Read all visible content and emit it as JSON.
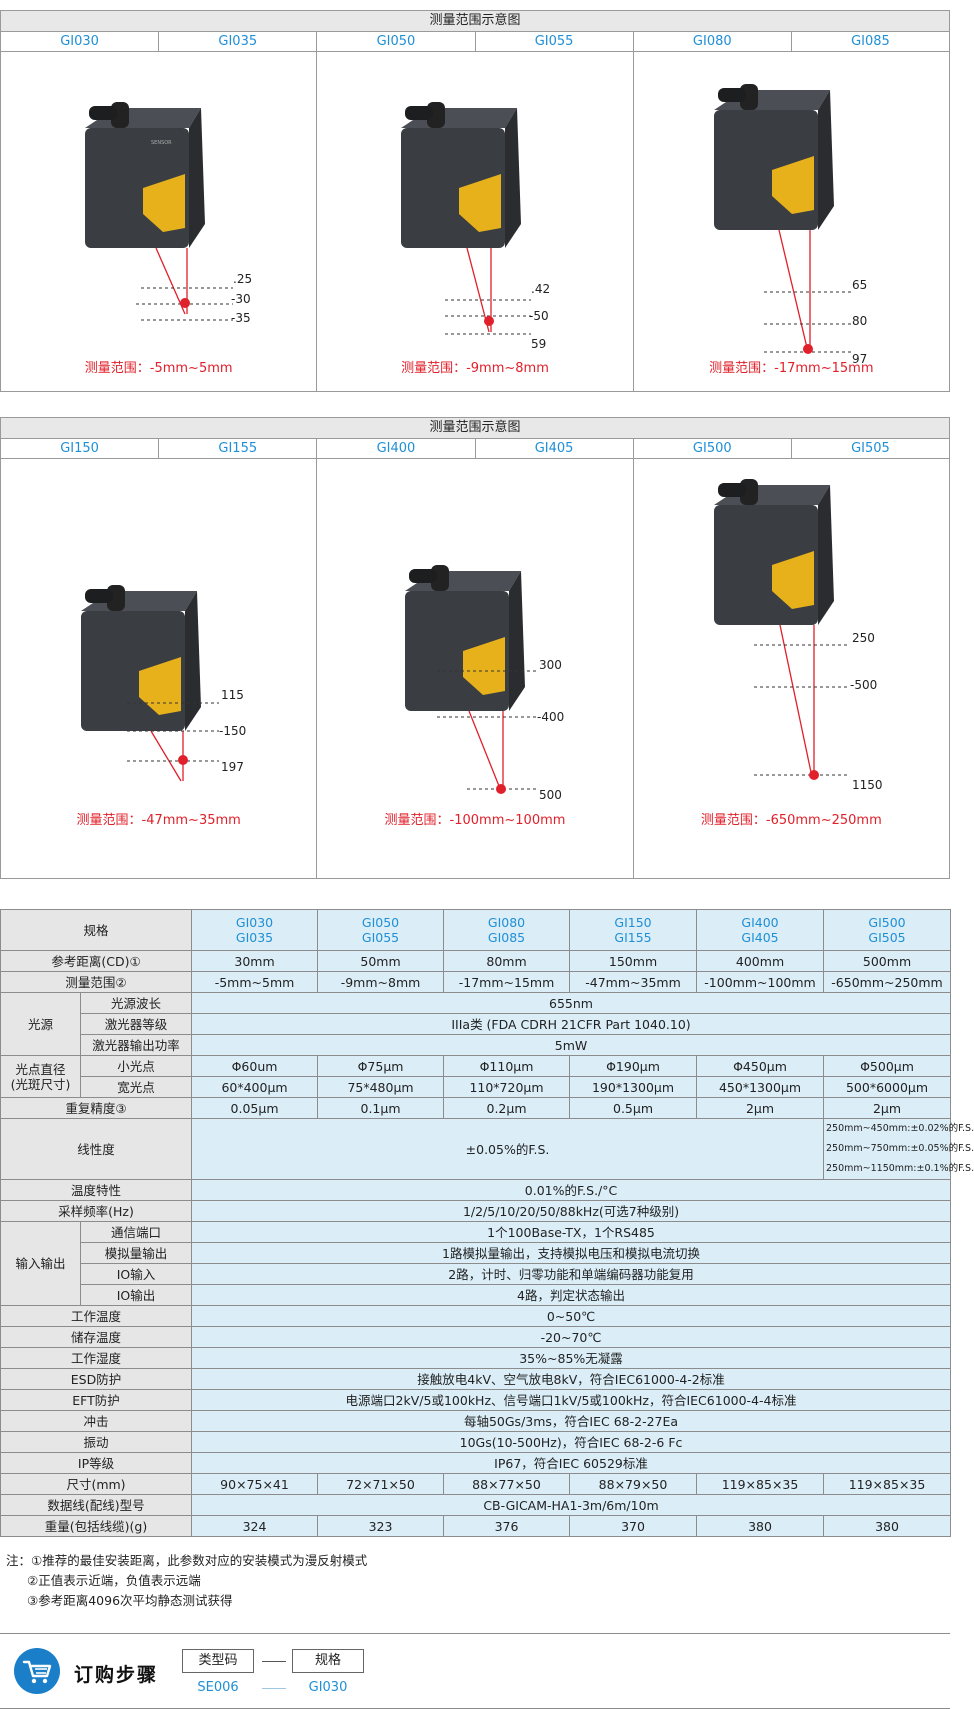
{
  "panels": [
    {
      "title": "测量范围示意图",
      "models": [
        "GI030",
        "GI035",
        "GI050",
        "GI055",
        "GI080",
        "GI085"
      ],
      "cells": [
        {
          "marks": [
            ".25",
            "-30",
            "-35"
          ],
          "range": "测量范围：-5mm~5mm"
        },
        {
          "marks": ".42",
          "marks2": "-50",
          "marks3": "59",
          "range": "测量范围：-9mm~8mm"
        },
        {
          "marks": "65",
          "marks2": "80",
          "marks3": "97",
          "range": "测量范围：-17mm~15mm"
        }
      ]
    },
    {
      "title": "测量范围示意图",
      "models": [
        "GI150",
        "GI155",
        "GI400",
        "GI405",
        "GI500",
        "GI505"
      ],
      "cells": [
        {
          "marks": "115",
          "marks2": "-150",
          "marks3": "197",
          "range": "测量范围：-47mm~35mm"
        },
        {
          "marks": "300",
          "marks2": "-400",
          "marks3": "500",
          "range": "测量范围：-100mm~100mm"
        },
        {
          "marks": "250",
          "marks2": "-500",
          "marks3": "1150",
          "range": "测量范围：-650mm~250mm"
        }
      ]
    }
  ],
  "sensor_label": "SENSOR",
  "spec": {
    "header": {
      "label": "规格",
      "models": [
        [
          "GI030",
          "GI035"
        ],
        [
          "GI050",
          "GI055"
        ],
        [
          "GI080",
          "GI085"
        ],
        [
          "GI150",
          "GI155"
        ],
        [
          "GI400",
          "GI405"
        ],
        [
          "GI500",
          "GI505"
        ]
      ]
    },
    "cd": {
      "label": "参考距离(CD)①",
      "values": [
        "30mm",
        "50mm",
        "80mm",
        "150mm",
        "400mm",
        "500mm"
      ]
    },
    "range": {
      "label": "测量范围②",
      "values": [
        "-5mm~5mm",
        "-9mm~8mm",
        "-17mm~15mm",
        "-47mm~35mm",
        "-100mm~100mm",
        "-650mm~250mm"
      ]
    },
    "light": {
      "group": "光源",
      "wavelength": {
        "label": "光源波长",
        "value": "655nm"
      },
      "class": {
        "label": "激光器等级",
        "value": "IIIa类 (FDA CDRH 21CFR Part 1040.10)"
      },
      "power": {
        "label": "激光器输出功率",
        "value": "5mW"
      }
    },
    "spot": {
      "group": "光点直径",
      "group2": "(光斑尺寸)",
      "small": {
        "label": "小光点",
        "values": [
          "Φ60um",
          "Φ75μm",
          "Φ110μm",
          "Φ190μm",
          "Φ450μm",
          "Φ500μm"
        ]
      },
      "wide": {
        "label": "宽光点",
        "values": [
          "60*400μm",
          "75*480μm",
          "110*720μm",
          "190*1300μm",
          "450*1300μm",
          "500*6000μm"
        ]
      }
    },
    "repeat": {
      "label": "重复精度③",
      "values": [
        "0.05μm",
        "0.1μm",
        "0.2μm",
        "0.5μm",
        "2μm",
        "2μm"
      ]
    },
    "linearity": {
      "label": "线性度",
      "value": "±0.05%的F.S.",
      "extra": [
        "250mm~450mm:±0.02%的F.S.",
        "250mm~750mm:±0.05%的F.S.",
        "250mm~1150mm:±0.1%的F.S."
      ]
    },
    "temp_char": {
      "label": "温度特性",
      "value": "0.01%的F.S./°C"
    },
    "sampling": {
      "label": "采样频率(Hz)",
      "value": "1/2/5/10/20/50/88kHz(可选7种级别)"
    },
    "io": {
      "group": "输入输出",
      "comm": {
        "label": "通信端口",
        "value": "1个100Base-TX，1个RS485"
      },
      "analog": {
        "label": "模拟量输出",
        "value": "1路模拟量输出，支持模拟电压和模拟电流切换"
      },
      "in": {
        "label": "IO输入",
        "value": "2路，计时、归零功能和单端编码器功能复用"
      },
      "out": {
        "label": "IO输出",
        "value": "4路，判定状态输出"
      }
    },
    "op_temp": {
      "label": "工作温度",
      "value": "0~50℃"
    },
    "st_temp": {
      "label": "储存温度",
      "value": "-20~70℃"
    },
    "humidity": {
      "label": "工作湿度",
      "value": "35%~85%无凝露"
    },
    "esd": {
      "label": "ESD防护",
      "value": "接触放电4kV、空气放电8kV，符合IEC61000-4-2标准"
    },
    "eft": {
      "label": "EFT防护",
      "value": "电源端口2kV/5或100kHz、信号端口1kV/5或100kHz，符合IEC61000-4-4标准"
    },
    "shock": {
      "label": "冲击",
      "value": "每轴50Gs/3ms，符合IEC 68-2-27Ea"
    },
    "vibration": {
      "label": "振动",
      "value": "10Gs(10-500Hz)，符合IEC 68-2-6 Fc"
    },
    "ip": {
      "label": "IP等级",
      "value": "IP67，符合IEC 60529标准"
    },
    "size": {
      "label": "尺寸(mm)",
      "values": [
        "90×75×41",
        "72×71×50",
        "88×77×50",
        "88×79×50",
        "119×85×35",
        "119×85×35"
      ]
    },
    "cable": {
      "label": "数据线(配线)型号",
      "value": "CB-GICAM-HA1-3m/6m/10m"
    },
    "weight": {
      "label": "重量(包括线缆)(g)",
      "values": [
        "324",
        "323",
        "376",
        "370",
        "380",
        "380"
      ]
    }
  },
  "notes": {
    "n1": "注：①推荐的最佳安装距离，此参数对应的安装模式为漫反射模式",
    "n2": "②正值表示近端，负值表示远端",
    "n3": "③参考距离4096次平均静态测试获得"
  },
  "order": {
    "title": "订购步骤",
    "box1": "类型码",
    "box2": "规格",
    "code1": "SE006",
    "code2": "GI030",
    "accent": "#1a7ec8"
  }
}
